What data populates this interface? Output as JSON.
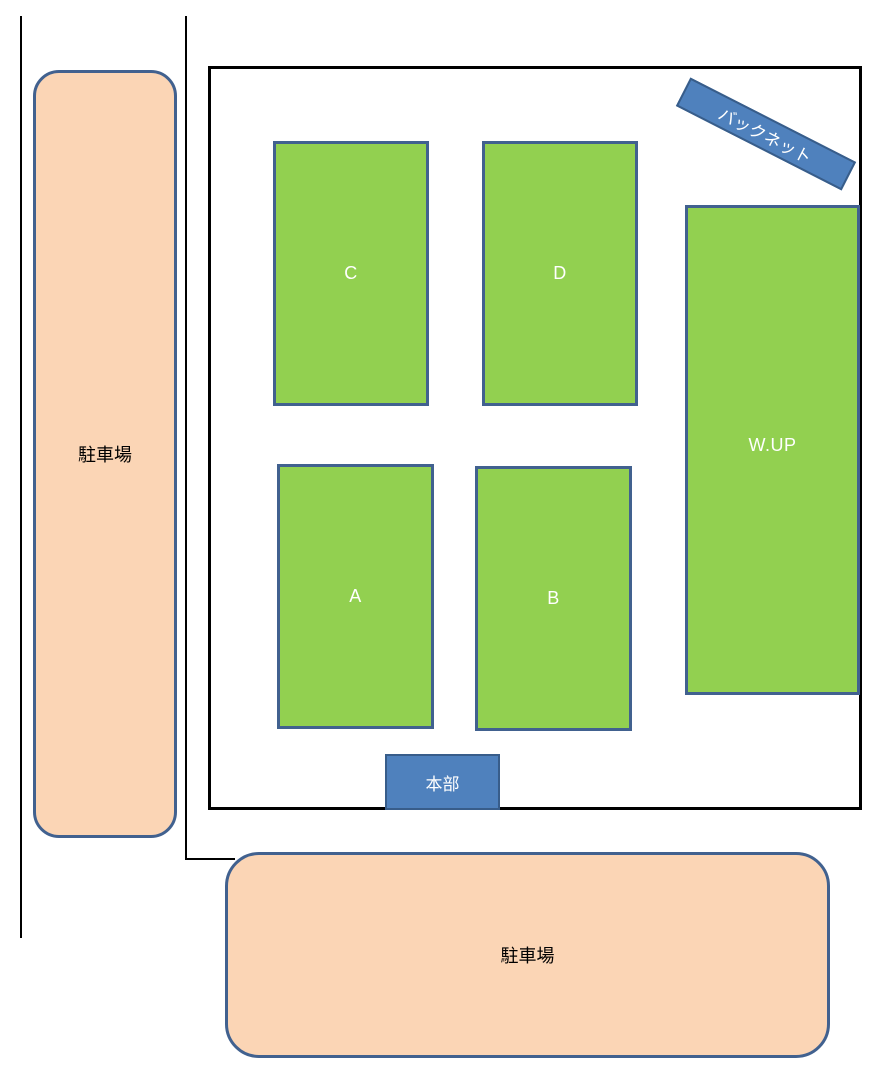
{
  "parking_left": {
    "label": "駐車場"
  },
  "parking_bottom": {
    "label": "駐車場"
  },
  "fields": {
    "a": "A",
    "b": "B",
    "c": "C",
    "d": "D",
    "warmup": "W.UP"
  },
  "backnet": {
    "label": "バックネット"
  },
  "headquarters": {
    "label": "本部"
  },
  "colors": {
    "field_fill": "#92D050",
    "shape_border": "#41618F",
    "parking_fill": "#FBD5B5",
    "blue_box_fill": "#4F81BD"
  }
}
